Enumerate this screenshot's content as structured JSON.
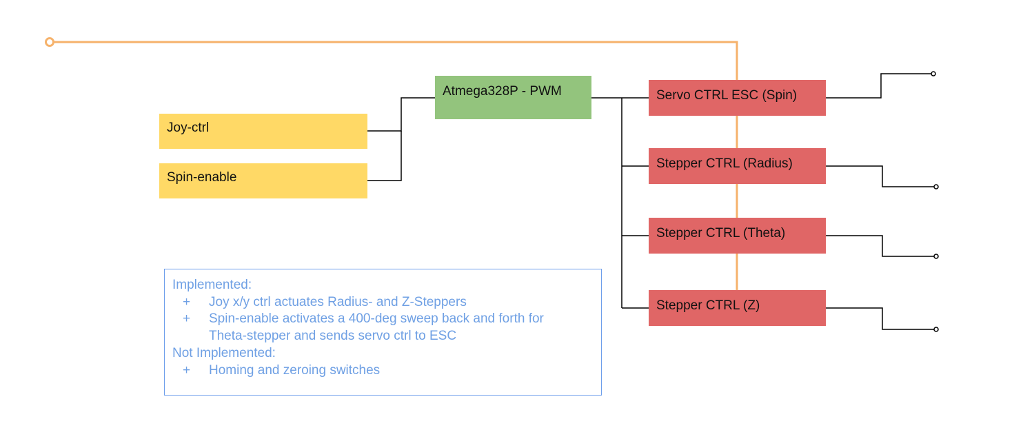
{
  "inputs": [
    {
      "label": "Joy-ctrl"
    },
    {
      "label": "Spin-enable"
    }
  ],
  "controller": {
    "label": "Atmega328P - PWM"
  },
  "drivers": [
    {
      "label": "Servo CTRL ESC (Spin)"
    },
    {
      "label": "Stepper CTRL (Radius)"
    },
    {
      "label": "Stepper CTRL (Theta)"
    },
    {
      "label": "Stepper CTRL (Z)"
    }
  ],
  "notes": {
    "implemented_heading": "Implemented:",
    "implemented_items": [
      {
        "bullet": "+",
        "text": "Joy x/y ctrl actuates Radius- and Z-Steppers"
      },
      {
        "bullet": "+",
        "text": "Spin-enable activates a 400-deg sweep back and forth for Theta-stepper and sends servo ctrl to ESC"
      }
    ],
    "not_implemented_heading": "Not Implemented:",
    "not_implemented_items": [
      {
        "bullet": "+",
        "text": "Homing and zeroing switches"
      }
    ]
  },
  "colors": {
    "input_fill": "#ffd966",
    "controller_fill": "#93c47d",
    "driver_fill": "#e06666",
    "power_line": "#f6b26b",
    "signal_line": "#000000",
    "notes_border": "#6d9eeb",
    "notes_text": "#6fa0e4"
  }
}
